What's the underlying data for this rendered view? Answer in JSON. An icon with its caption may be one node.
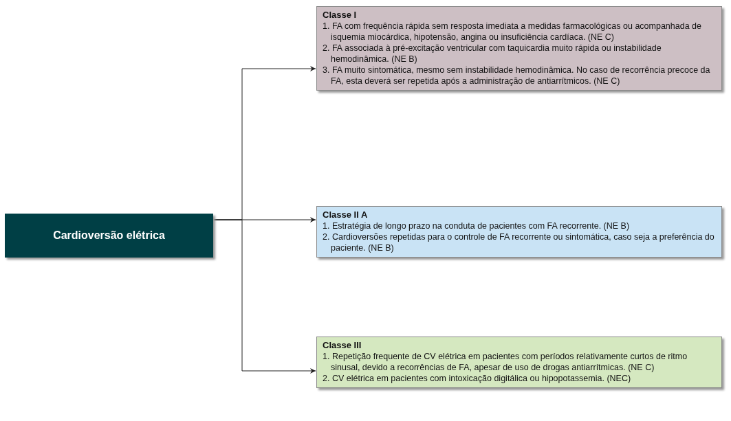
{
  "diagram": {
    "nodes": [
      {
        "text": [
          "Cardioversão elétrica"
        ]
      },
      {
        "text": [
          "Classe I",
          "1. FA com frequência rápida sem resposta imediata a medidas farmacológicas ou acompanhada de isquemia miocárdica, hipotensão, angina ou insuficiência cardíaca. (NE C)",
          "2. FA associada à pré-excitação ventricular com taquicardia muito rápida ou instabilidade hemodinâmica. (NE B)",
          "3. FA muito sintomática, mesmo sem instabilidade hemodinâmica. No caso de recorrência precoce da FA, esta deverá ser repetida após a administração de antiarrítmicos. (NE C)"
        ]
      },
      {
        "text": [
          "Classe II A",
          "1. Estratégia de longo prazo na conduta de pacientes com FA recorrente. (NE B)",
          "2. Cardioversões repetidas para o controle de FA recorrente ou sintomática, caso seja a preferência do paciente. (NE B)"
        ]
      },
      {
        "text": [
          "Classe III",
          "1. Repetição frequente de CV elétrica em pacientes com períodos relativamente curtos de ritmo sinusal, devido a recorrências de FA, apesar de uso de drogas antiarrítmicas. (NE C)",
          "2. CV elétrica em pacientes com intoxicação digitálica ou hipopotassemia. (NEC)"
        ]
      }
    ],
    "edges": [
      {
        "from": 0,
        "to": 1,
        "arrow": "to"
      },
      {
        "from": 0,
        "to": 2,
        "arrow": "to"
      },
      {
        "from": 0,
        "to": 3,
        "arrow": "to"
      }
    ]
  }
}
